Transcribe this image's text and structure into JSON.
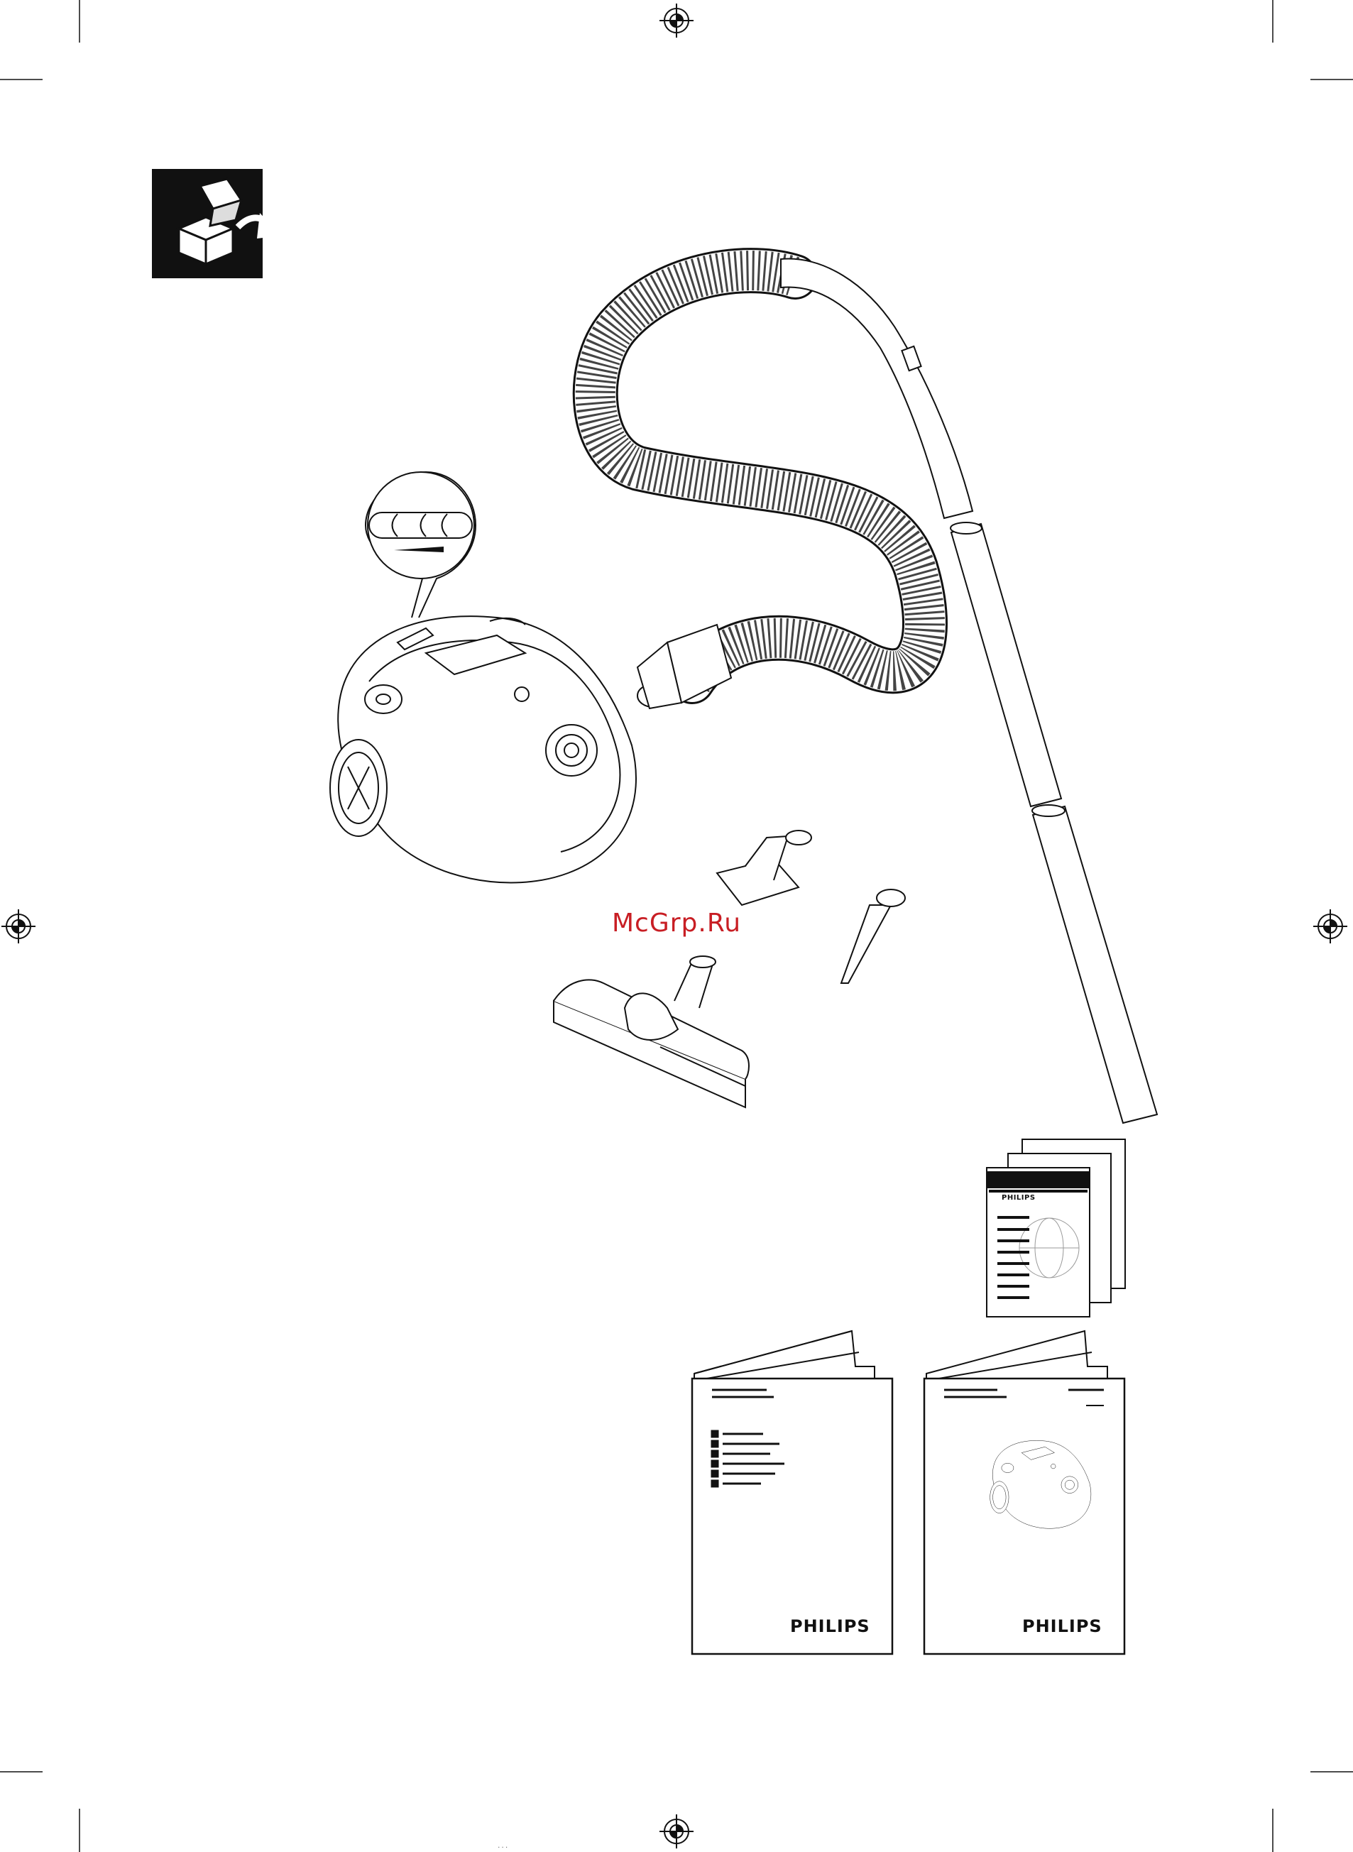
{
  "watermark": "McGrp.Ru",
  "leaflet": {
    "brand": "PHILIPS"
  },
  "booklet_left": {
    "brand": "PHILIPS"
  },
  "booklet_right": {
    "brand": "PHILIPS"
  },
  "footer_code": "...",
  "icons": {
    "unpack": "unpack-box-icon",
    "registration_mark": "registration-mark-icon"
  },
  "colors": {
    "ink": "#111111",
    "watermark": "#c81e24",
    "paper": "#ffffff"
  }
}
